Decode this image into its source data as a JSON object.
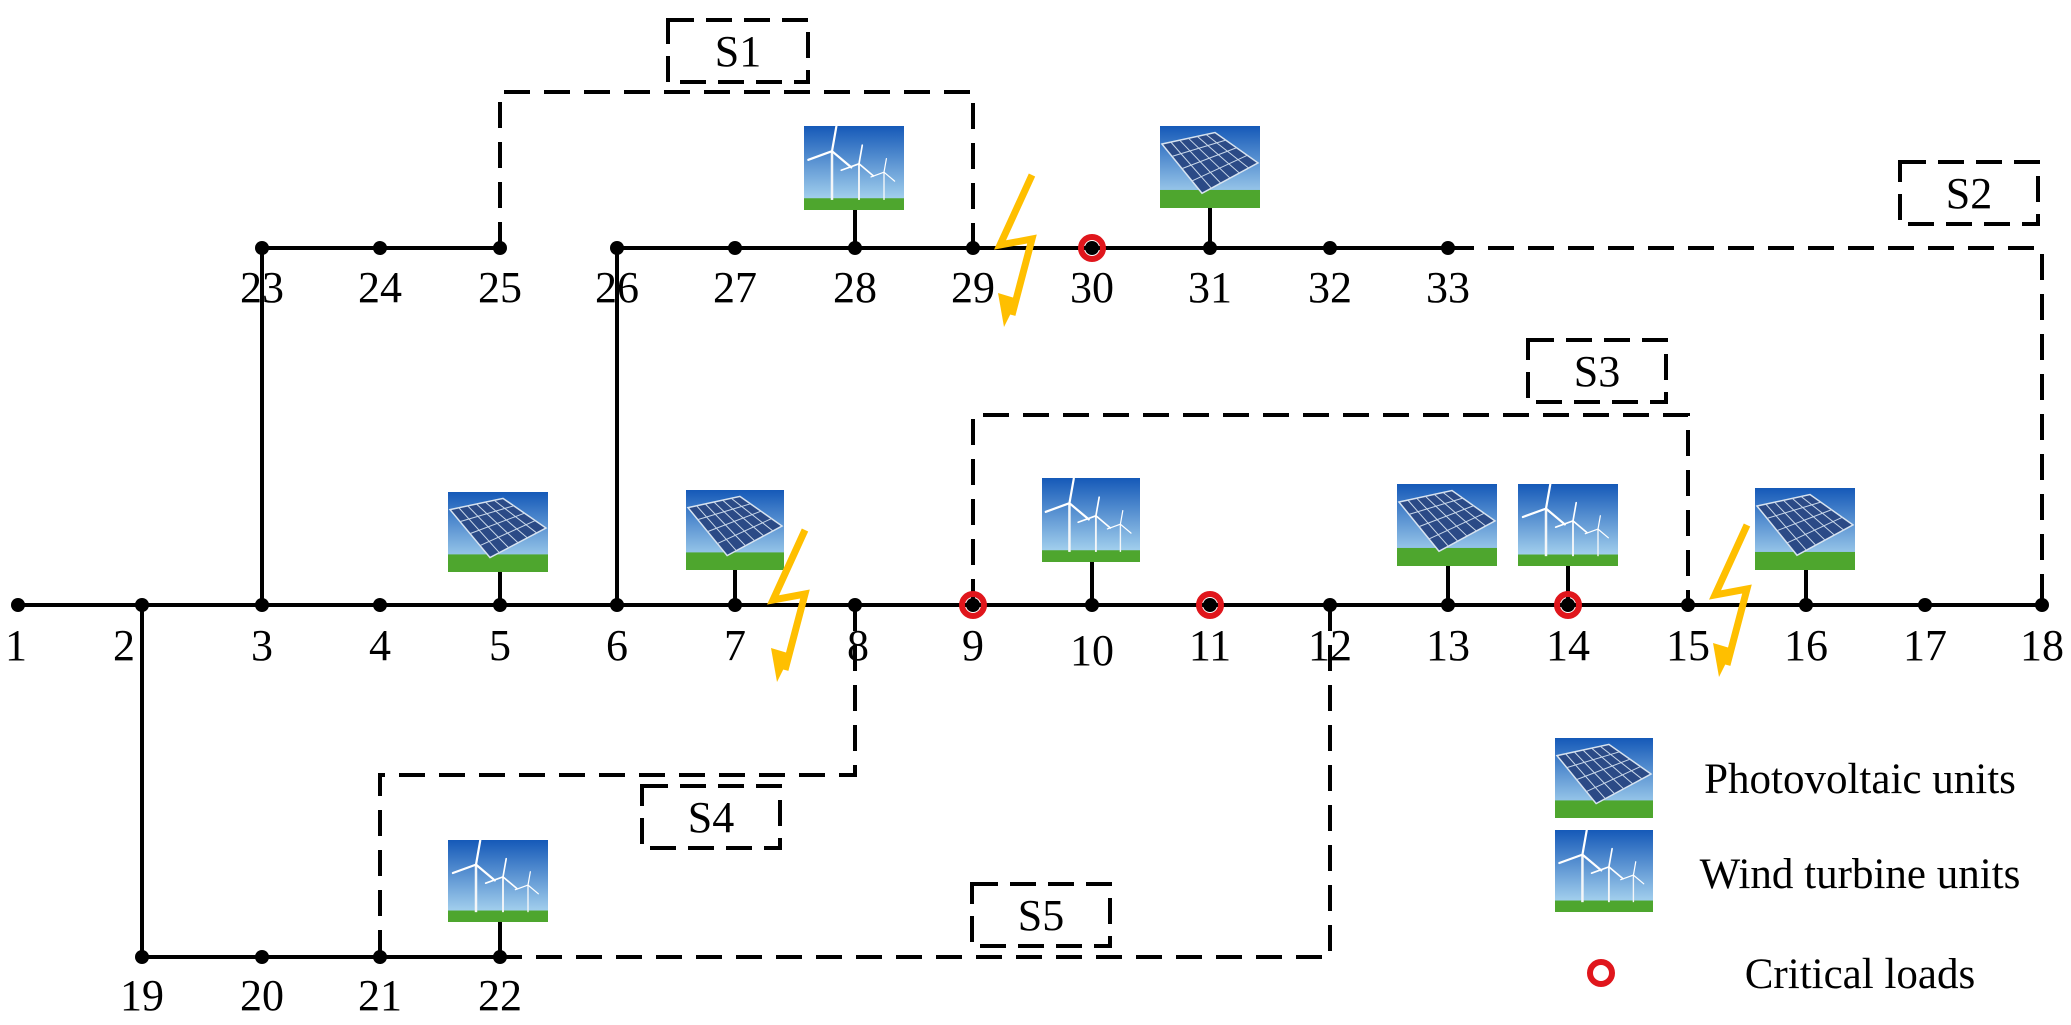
{
  "colors": {
    "line": "#000000",
    "critical_ring": "#e0161c",
    "fault": "#ffbf00",
    "sky_top": "#1559b8",
    "sky_bottom": "#a8d4ef",
    "grass": "#4ea62e",
    "panel": "#2b4a86"
  },
  "nodes": [
    {
      "id": "1",
      "label": "1",
      "critical": false
    },
    {
      "id": "2",
      "label": "2",
      "critical": false
    },
    {
      "id": "3",
      "label": "3",
      "critical": false
    },
    {
      "id": "4",
      "label": "4",
      "critical": false
    },
    {
      "id": "5",
      "label": "5",
      "critical": false
    },
    {
      "id": "6",
      "label": "6",
      "critical": false
    },
    {
      "id": "7",
      "label": "7",
      "critical": false
    },
    {
      "id": "8",
      "label": "8",
      "critical": false
    },
    {
      "id": "9",
      "label": "9",
      "critical": true
    },
    {
      "id": "10",
      "label": "10",
      "critical": false
    },
    {
      "id": "11",
      "label": "11",
      "critical": true
    },
    {
      "id": "12",
      "label": "12",
      "critical": false
    },
    {
      "id": "13",
      "label": "13",
      "critical": false
    },
    {
      "id": "14",
      "label": "14",
      "critical": true
    },
    {
      "id": "15",
      "label": "15",
      "critical": false
    },
    {
      "id": "16",
      "label": "16",
      "critical": false
    },
    {
      "id": "17",
      "label": "17",
      "critical": false
    },
    {
      "id": "18",
      "label": "18",
      "critical": false
    },
    {
      "id": "19",
      "label": "19",
      "critical": false
    },
    {
      "id": "20",
      "label": "20",
      "critical": false
    },
    {
      "id": "21",
      "label": "21",
      "critical": false
    },
    {
      "id": "22",
      "label": "22",
      "critical": false
    },
    {
      "id": "23",
      "label": "23",
      "critical": false
    },
    {
      "id": "24",
      "label": "24",
      "critical": false
    },
    {
      "id": "25",
      "label": "25",
      "critical": false
    },
    {
      "id": "26",
      "label": "26",
      "critical": false
    },
    {
      "id": "27",
      "label": "27",
      "critical": false
    },
    {
      "id": "28",
      "label": "28",
      "critical": false
    },
    {
      "id": "29",
      "label": "29",
      "critical": false
    },
    {
      "id": "30",
      "label": "30",
      "critical": true
    },
    {
      "id": "31",
      "label": "31",
      "critical": false
    },
    {
      "id": "32",
      "label": "32",
      "critical": false
    },
    {
      "id": "33",
      "label": "33",
      "critical": false
    }
  ],
  "lines": [
    [
      "1",
      "2"
    ],
    [
      "2",
      "3"
    ],
    [
      "3",
      "4"
    ],
    [
      "4",
      "5"
    ],
    [
      "5",
      "6"
    ],
    [
      "6",
      "7"
    ],
    [
      "7",
      "8"
    ],
    [
      "8",
      "9"
    ],
    [
      "9",
      "10"
    ],
    [
      "10",
      "11"
    ],
    [
      "11",
      "12"
    ],
    [
      "12",
      "13"
    ],
    [
      "13",
      "14"
    ],
    [
      "14",
      "15"
    ],
    [
      "15",
      "16"
    ],
    [
      "16",
      "17"
    ],
    [
      "17",
      "18"
    ],
    [
      "2",
      "19"
    ],
    [
      "19",
      "20"
    ],
    [
      "20",
      "21"
    ],
    [
      "21",
      "22"
    ],
    [
      "3",
      "23"
    ],
    [
      "23",
      "24"
    ],
    [
      "24",
      "25"
    ],
    [
      "6",
      "26"
    ],
    [
      "26",
      "27"
    ],
    [
      "27",
      "28"
    ],
    [
      "28",
      "29"
    ],
    [
      "29",
      "30"
    ],
    [
      "30",
      "31"
    ],
    [
      "31",
      "32"
    ],
    [
      "32",
      "33"
    ]
  ],
  "switches": [
    {
      "id": "S1",
      "label": "S1",
      "between": [
        "25",
        "29"
      ]
    },
    {
      "id": "S2",
      "label": "S2",
      "between": [
        "33",
        "18"
      ]
    },
    {
      "id": "S3",
      "label": "S3",
      "between": [
        "9",
        "15"
      ]
    },
    {
      "id": "S4",
      "label": "S4",
      "between": [
        "8",
        "21"
      ]
    },
    {
      "id": "S5",
      "label": "S5",
      "between": [
        "12",
        "22"
      ]
    }
  ],
  "generators": [
    {
      "node": "5",
      "type": "pv"
    },
    {
      "node": "7",
      "type": "pv"
    },
    {
      "node": "10",
      "type": "wt"
    },
    {
      "node": "13",
      "type": "pv"
    },
    {
      "node": "14",
      "type": "wt"
    },
    {
      "node": "16",
      "type": "pv"
    },
    {
      "node": "22",
      "type": "wt"
    },
    {
      "node": "28",
      "type": "wt"
    },
    {
      "node": "31",
      "type": "pv"
    }
  ],
  "faults": [
    {
      "between": [
        "29",
        "30"
      ]
    },
    {
      "between": [
        "7",
        "8"
      ]
    },
    {
      "between": [
        "15",
        "16"
      ]
    }
  ],
  "legend": {
    "pv": "Photovoltaic units",
    "wt": "Wind turbine units",
    "critical": "Critical loads"
  }
}
